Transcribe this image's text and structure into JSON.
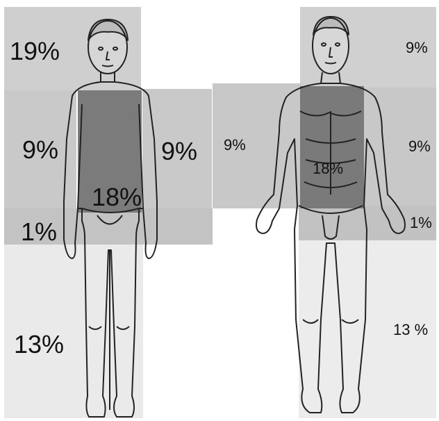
{
  "colors": {
    "light_gray": "#d2d2d2",
    "mid_gray": "#b7b7b7",
    "dark_gray": "#7d7d7d",
    "pale_gray": "#e9e9e9",
    "outline": "#222222",
    "label": "#111111"
  },
  "child": {
    "head_label": "19%",
    "left_arm_label": "9%",
    "right_arm_label": "9%",
    "trunk_label": "18%",
    "genital_label": "1%",
    "legs_label": "13%"
  },
  "adult": {
    "head_label": "9%",
    "left_arm_label": "9%",
    "right_arm_label": "9%",
    "trunk_label": "18%",
    "genital_label": "1%",
    "legs_label": "13 %"
  }
}
